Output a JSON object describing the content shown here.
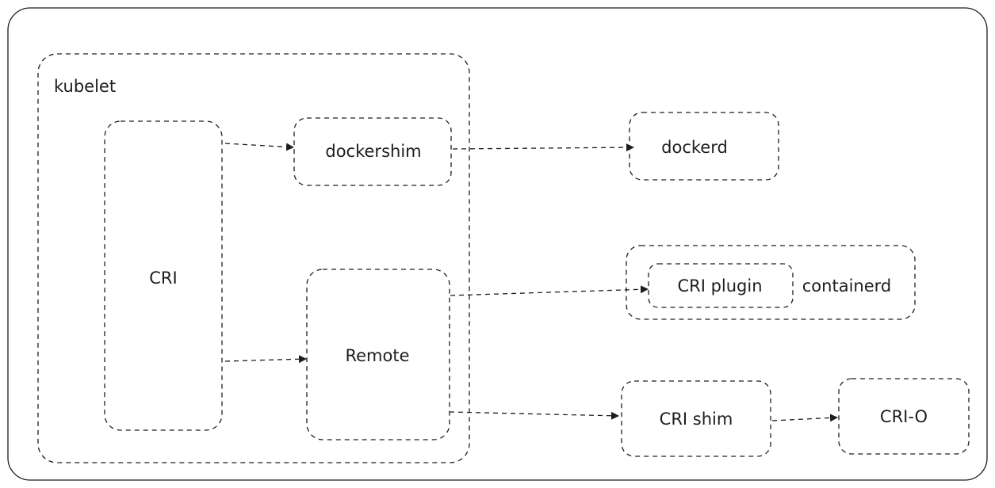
{
  "nodes": {
    "kubelet": "kubelet",
    "cri": "CRI",
    "dockershim": "dockershim",
    "remote": "Remote",
    "dockerd": "dockerd",
    "cri_plugin": "CRI plugin",
    "containerd": "containerd",
    "cri_shim": "CRI shim",
    "cri_o": "CRI-O"
  },
  "edges": [
    {
      "from": "cri",
      "to": "dockershim"
    },
    {
      "from": "cri",
      "to": "remote"
    },
    {
      "from": "dockershim",
      "to": "dockerd"
    },
    {
      "from": "remote",
      "to": "cri_plugin"
    },
    {
      "from": "remote",
      "to": "cri_shim"
    },
    {
      "from": "cri_shim",
      "to": "cri_o"
    }
  ]
}
